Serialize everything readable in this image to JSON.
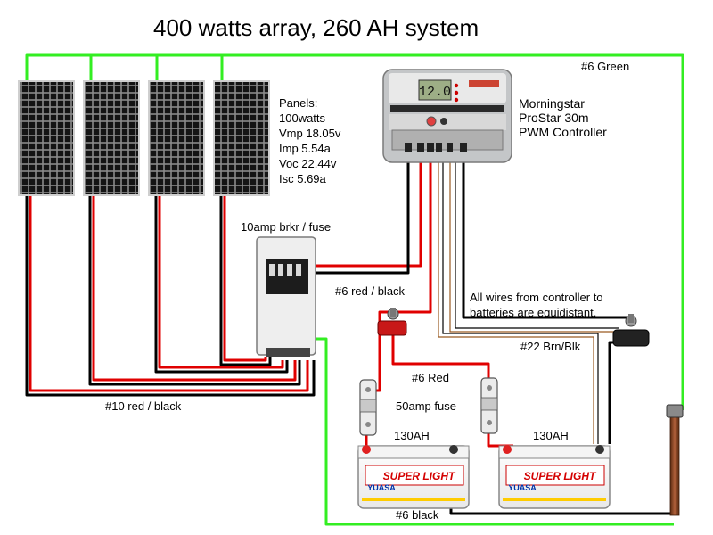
{
  "title": "400 watts array, 260 AH system",
  "panels": {
    "heading": "Panels:",
    "specs": [
      "100watts",
      "Vmp 18.05v",
      "Imp 5.54a",
      "Voc 22.44v",
      "Isc 5.69a"
    ]
  },
  "controller": {
    "lines": [
      "Morningstar",
      "ProStar 30m",
      "PWM Controller"
    ],
    "display": "12.0"
  },
  "breaker_label": "10amp brkr / fuse",
  "labels": {
    "ground_top": "#6 Green",
    "controller_wire": "#6 red / black",
    "equidistant_note": [
      "All wires from controller to",
      "batteries are equidistant."
    ],
    "sense_wire": "#22 Brn/Blk",
    "battery_pos": "#6 Red",
    "fuse": "50amp fuse",
    "panel_wire": "#10 red / black",
    "battery_neg": "#6 black"
  },
  "batteries": [
    {
      "capacity": "130AH",
      "brand": "SUPER LIGHT",
      "maker": "YUASA"
    },
    {
      "capacity": "130AH",
      "brand": "SUPER LIGHT",
      "maker": "YUASA"
    }
  ],
  "colors": {
    "positive": "#e00000",
    "negative": "#000000",
    "ground": "#33ee22",
    "sense": "#9a5a22"
  }
}
